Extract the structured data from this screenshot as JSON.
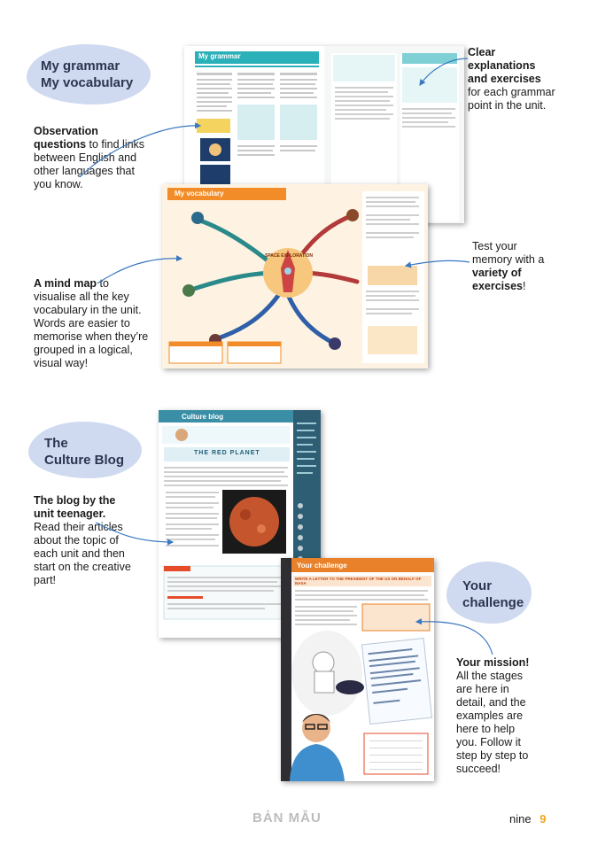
{
  "sections": {
    "grammar_label_1": "My grammar",
    "grammar_label_2": "My vocabulary",
    "culture_label_1": "The",
    "culture_label_2": "Culture Blog",
    "challenge_label_1": "Your",
    "challenge_label_2": "challenge"
  },
  "notes": {
    "observation_bold": "Observation questions",
    "observation_rest": " to find links between English and other languages that you know.",
    "clear_bold": "Clear explanations and exercises",
    "clear_rest": " for each grammar point in the unit.",
    "test_plain": "Test your memory with a ",
    "test_bold": "variety of exercises",
    "test_end": "!",
    "mindmap_bold": "A mind map",
    "mindmap_rest": " to visualise all the key vocabulary in the unit. Words are easier to memorise when they’re grouped in a logical, visual way!",
    "blog_bold": "The blog by the unit teenager.",
    "blog_rest": " Read their articles about the topic of each unit and then start on the creative part!",
    "mission_bold": "Your mission!",
    "mission_rest": " All the stages are here in detail, and the examples are here to help you. Follow it step by step to succeed!"
  },
  "thumbnails": {
    "grammar_title": "My grammar",
    "vocab_title": "My vocabulary",
    "vocab_center": "SPACE EXPLORATION",
    "blog_title": "Culture blog",
    "blog_heading": "THE RED PLANET",
    "challenge_title": "Your challenge",
    "challenge_heading": "WRITE A LETTER TO THE PRESIDENT OF THE US ON BEHALF OF NASA"
  },
  "footer": {
    "stamp": "BẢN MẪU",
    "page_word": "nine",
    "page_number": "9"
  },
  "colors": {
    "blob": "#cfdaf0",
    "grammar_teal": "#2ab0b8",
    "vocab_orange": "#f28c28",
    "blog_teal": "#3a8ea6",
    "challenge_orange": "#e8812a",
    "page_accent": "#f2a516"
  }
}
